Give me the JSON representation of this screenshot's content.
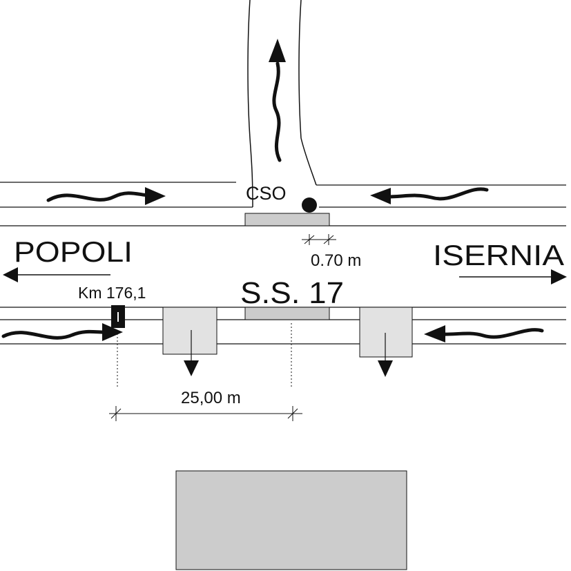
{
  "labels": {
    "cso": "CSO",
    "city_left": "POPOLI",
    "city_right": "ISERNIA",
    "road": "S.S. 17",
    "km_marker": "Km 176,1",
    "dim_small": "0.70 m",
    "dim_large": "25,00 m"
  },
  "colors": {
    "line": "#111111",
    "fill_gray": "#cccccc",
    "fill_light": "#e2e2e2",
    "background": "#ffffff"
  },
  "icons": [
    "wavy-arrow-icon",
    "straight-arrow-icon",
    "down-arrow-icon",
    "cso-point-icon",
    "km-marker-icon"
  ]
}
